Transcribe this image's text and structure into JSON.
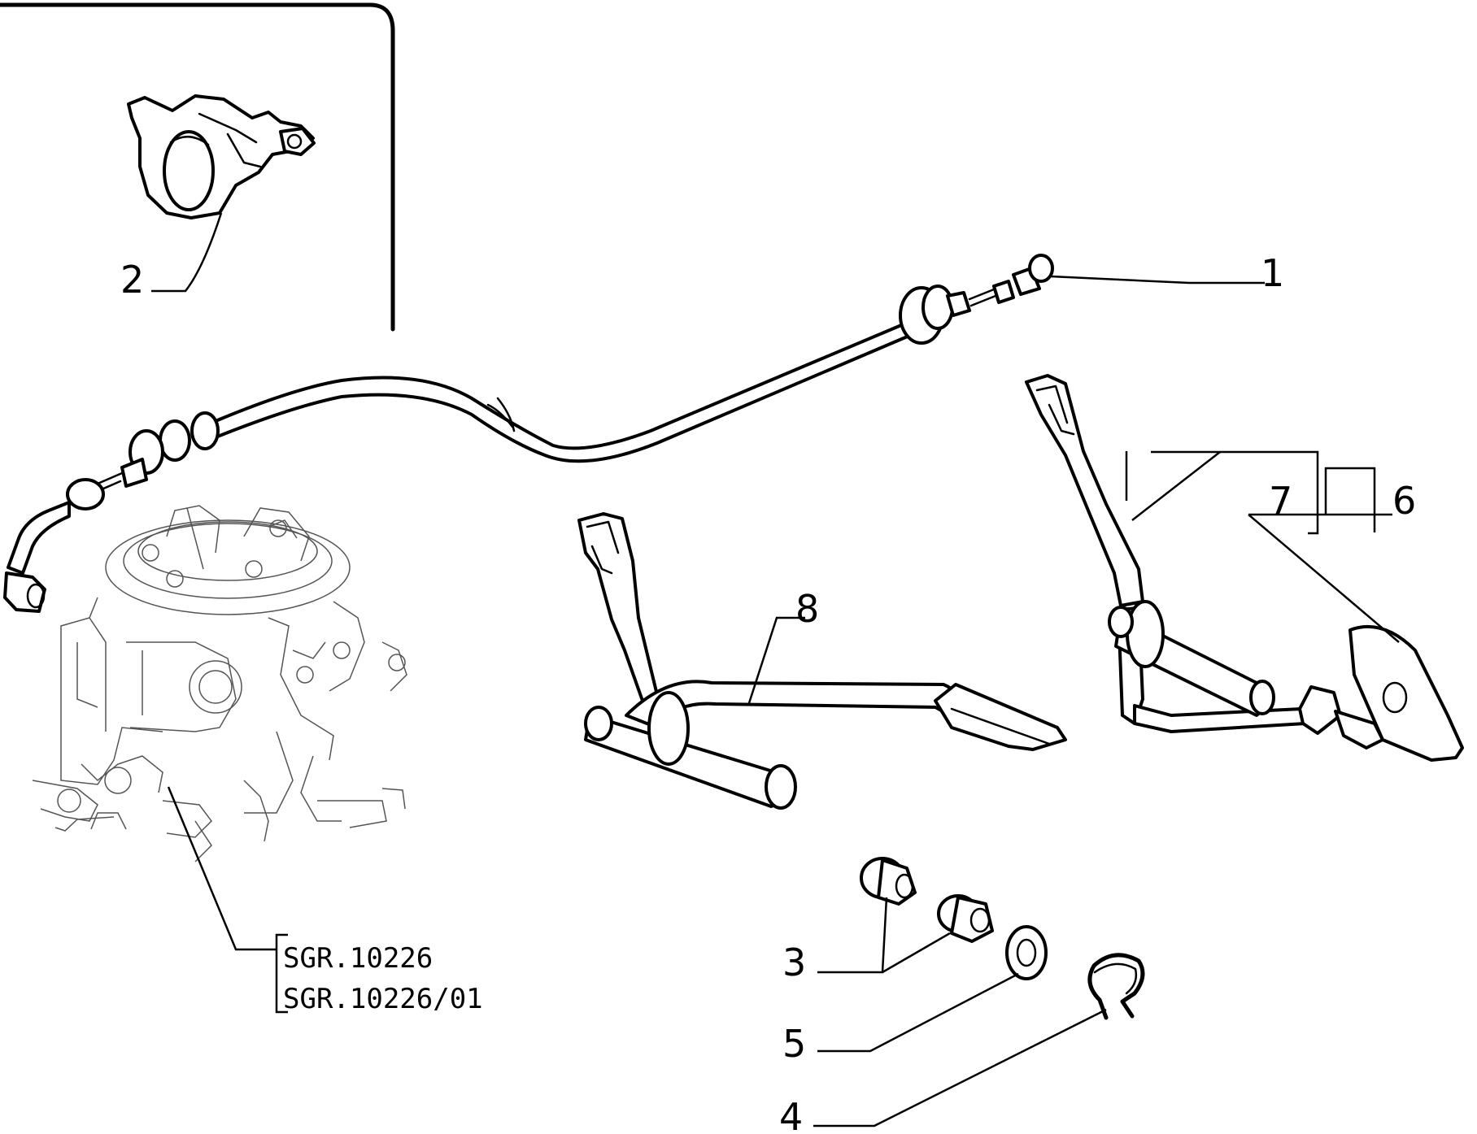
{
  "callouts": {
    "c1": "1",
    "c2": "2",
    "c3": "3",
    "c4": "4",
    "c5": "5",
    "c6": "6",
    "c7": "7",
    "c8": "8"
  },
  "references": {
    "ref_a": "SGR.10226",
    "ref_b": "SGR.10226/01"
  },
  "icons": [
    "clamp-icon",
    "throttle-cable-icon",
    "carburettor-icon",
    "pedal-icon",
    "bushing-icon",
    "washer-icon",
    "spring-clip-icon"
  ],
  "colors": {
    "line": "#000000",
    "background": "#ffffff"
  }
}
